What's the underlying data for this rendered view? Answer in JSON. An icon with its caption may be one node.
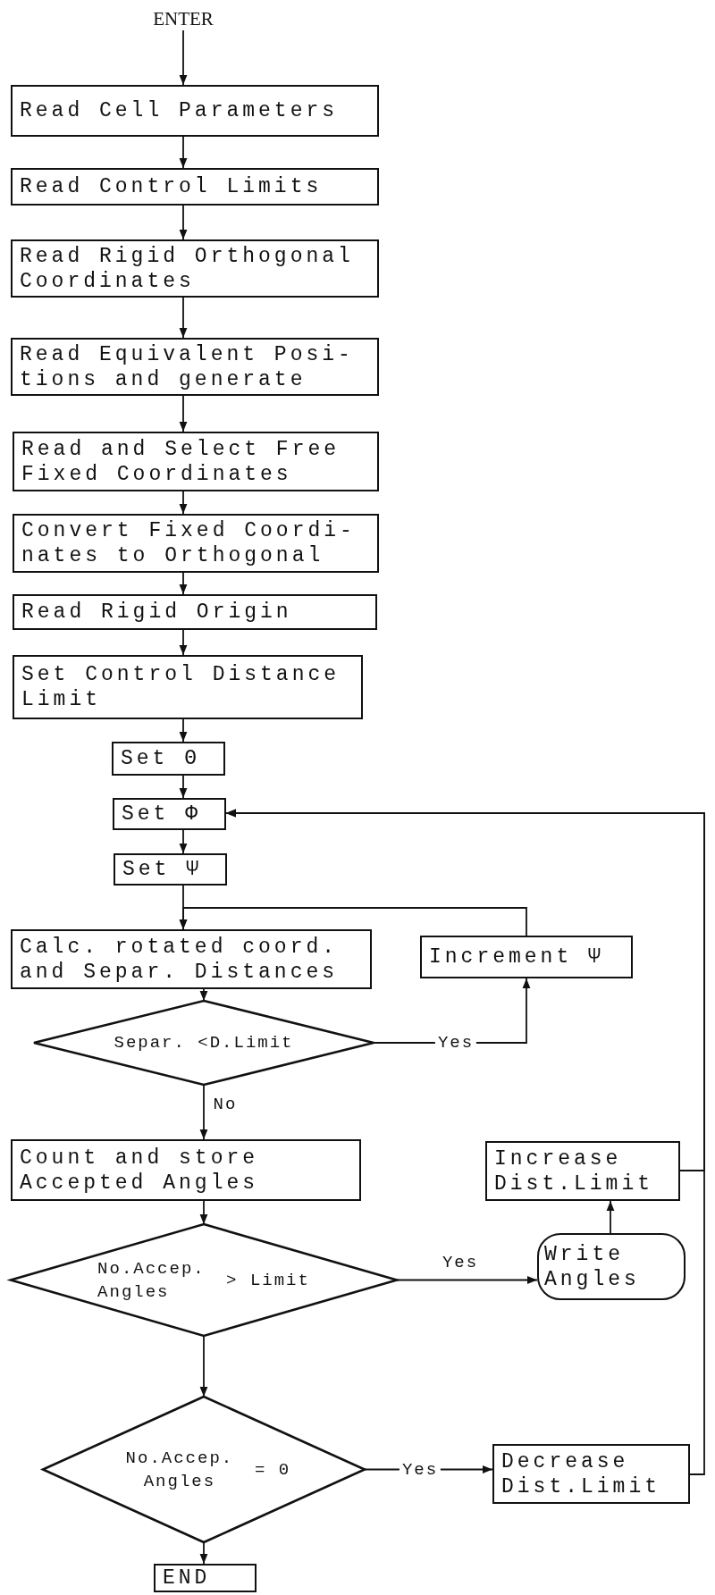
{
  "diagram": {
    "nodes": [
      {
        "text": [
          "ENTER"
        ]
      },
      {
        "text": [
          "Read Cell Parameters"
        ]
      },
      {
        "text": [
          "Read Control Limits"
        ]
      },
      {
        "text": [
          "Read Rigid Orthogonal Coordinates"
        ]
      },
      {
        "text": [
          "Read Equivalent Posi- tions and generate"
        ]
      },
      {
        "text": [
          "Read and Select Free Fixed Coordinates"
        ]
      },
      {
        "text": [
          "Convert Fixed Coordi- nates to Orthogonal"
        ]
      },
      {
        "text": [
          "Read Rigid Origin"
        ]
      },
      {
        "text": [
          "Set Control Distance Limit"
        ]
      },
      {
        "text": [
          "Set Θ"
        ]
      },
      {
        "text": [
          "Set Φ"
        ]
      },
      {
        "text": [
          "Set Ψ"
        ]
      },
      {
        "text": [
          "Calc. rotated coord. and Separ. Distances"
        ]
      },
      {
        "text": [
          "Increment Ψ"
        ]
      },
      {
        "text": [
          "Separ. <D.Limit"
        ]
      },
      {
        "text": [
          "Count and store Accepted Angles"
        ]
      },
      {
        "text": [
          "Increase Dist.Limit"
        ]
      },
      {
        "text": [
          "No.Accep. Angles",
          "> Limit"
        ]
      },
      {
        "text": [
          "Write Angles"
        ]
      },
      {
        "text": [
          "No.Accep. Angles",
          "= 0"
        ]
      },
      {
        "text": [
          "Decrease Dist.Limit"
        ]
      },
      {
        "text": [
          "END"
        ]
      }
    ],
    "edges": [
      {
        "from": 0,
        "to": 1,
        "arrow": "to"
      },
      {
        "from": 1,
        "to": 2,
        "arrow": "to"
      },
      {
        "from": 2,
        "to": 3,
        "arrow": "to"
      },
      {
        "from": 3,
        "to": 4,
        "arrow": "to"
      },
      {
        "from": 4,
        "to": 5,
        "arrow": "to"
      },
      {
        "from": 5,
        "to": 6,
        "arrow": "to"
      },
      {
        "from": 6,
        "to": 7,
        "arrow": "to"
      },
      {
        "from": 7,
        "to": 8,
        "arrow": "to"
      },
      {
        "from": 8,
        "to": 9,
        "arrow": "to"
      },
      {
        "from": 9,
        "to": 10,
        "arrow": "to"
      },
      {
        "from": 10,
        "to": 11,
        "arrow": "to"
      },
      {
        "from": 11,
        "to": 12,
        "arrow": "to"
      },
      {
        "from": 12,
        "to": 14,
        "arrow": "to"
      },
      {
        "from": 14,
        "to": 13,
        "label": "Yes",
        "arrow": "to"
      },
      {
        "from": 13,
        "to": 12,
        "arrow": "to"
      },
      {
        "from": 14,
        "to": 15,
        "label": "No",
        "arrow": "to"
      },
      {
        "from": 15,
        "to": 17,
        "arrow": "to"
      },
      {
        "from": 17,
        "to": 18,
        "label": "Yes",
        "arrow": "to"
      },
      {
        "from": 18,
        "to": 16,
        "arrow": "to"
      },
      {
        "from": 16,
        "to": 10,
        "arrow": "to"
      },
      {
        "from": 17,
        "to": 19,
        "arrow": "to"
      },
      {
        "from": 19,
        "to": 20,
        "label": "Yes",
        "arrow": "to"
      },
      {
        "from": 20,
        "to": 10,
        "arrow": "to"
      },
      {
        "from": 19,
        "to": 21,
        "arrow": "to"
      }
    ]
  }
}
